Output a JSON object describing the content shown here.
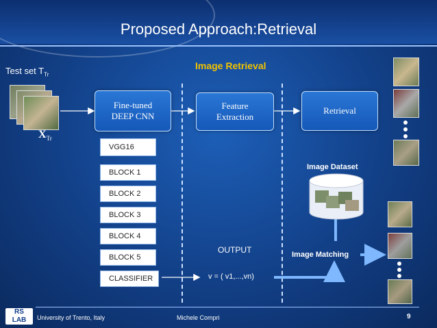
{
  "header": {
    "title": "Proposed Approach:Retrieval"
  },
  "labels": {
    "test_set": "Test set T",
    "test_set_sub": "Tr",
    "x_tr": "X",
    "x_tr_sub": "Tr",
    "image_retrieval": "Image Retrieval",
    "image_dataset": "Image Dataset",
    "image_matching": "Image Matching",
    "output": "OUTPUT",
    "vector": "v = ( v1,...,vn)"
  },
  "pipeline": {
    "cnn_line1": "Fine-tuned",
    "cnn_line2": "DEEP CNN",
    "feature_line1": "Feature",
    "feature_line2": "Extraction",
    "retrieval": "Retrieval"
  },
  "network": {
    "name": "VGG16",
    "blocks": [
      "BLOCK 1",
      "BLOCK 2",
      "BLOCK 3",
      "BLOCK 4",
      "BLOCK 5"
    ],
    "classifier": "CLASSIFIER"
  },
  "footer": {
    "university": "University of Trento, Italy",
    "author": "Michele Compri",
    "page": "9"
  },
  "colors": {
    "accent": "#f2c200",
    "box": "#1f6cc9"
  }
}
